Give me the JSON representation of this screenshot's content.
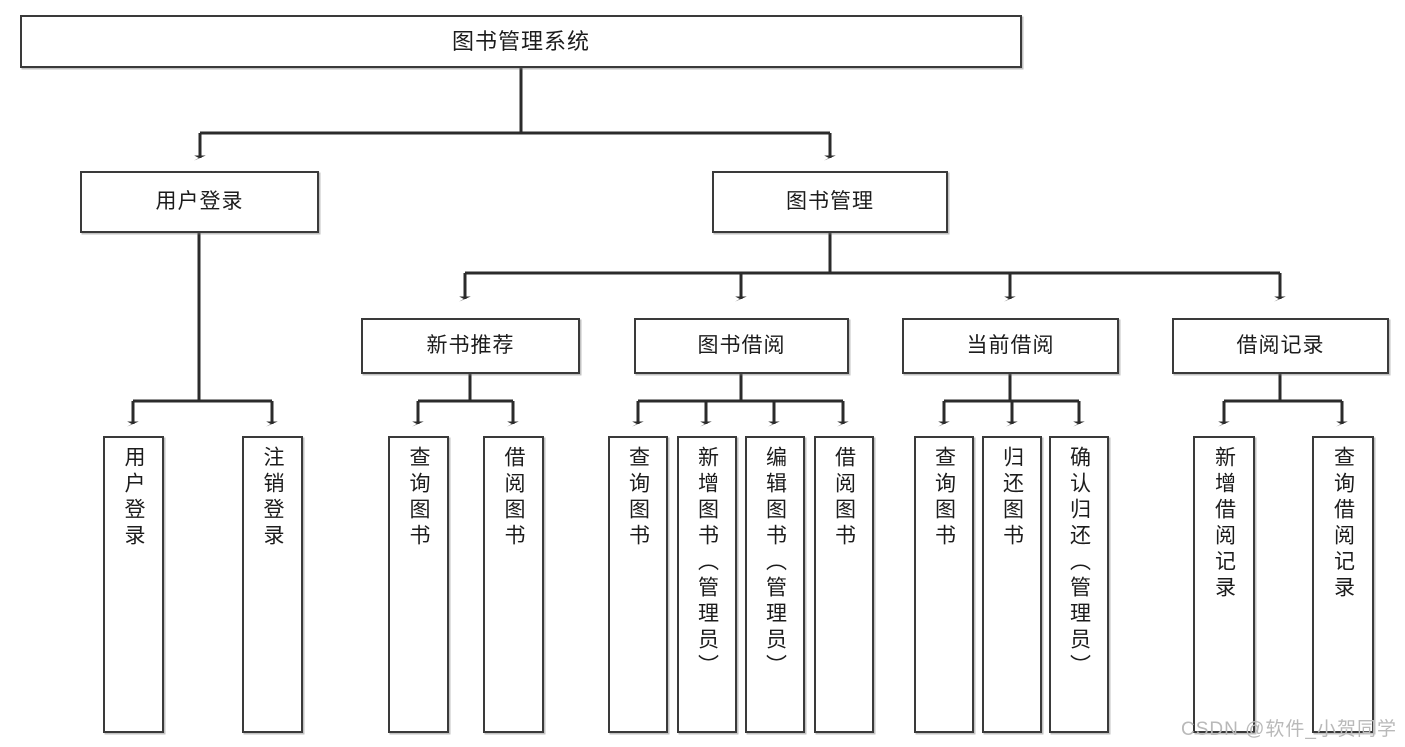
{
  "diagram": {
    "title": "图书管理系统",
    "type": "hierarchy-tree",
    "watermark": "CSDN @软件_小贺同学",
    "colors": {
      "box_border": "#3a3a3a",
      "box_fill": "#ffffff",
      "text": "#1c1c1c",
      "line": "#2b2b2b",
      "watermark": "#b9b9b9"
    },
    "levels": {
      "root": "图书管理系统",
      "level2": [
        "用户登录",
        "图书管理"
      ],
      "level3": [
        "新书推荐",
        "图书借阅",
        "当前借阅",
        "借阅记录"
      ]
    },
    "nodes": {
      "root": {
        "label": "图书管理系统"
      },
      "user_login": {
        "label": "用户登录"
      },
      "book_mgmt": {
        "label": "图书管理"
      },
      "new_book_rec": {
        "label": "新书推荐"
      },
      "book_borrow": {
        "label": "图书借阅"
      },
      "current_borrow": {
        "label": "当前借阅"
      },
      "borrow_record": {
        "label": "借阅记录"
      },
      "leaf_user_login": {
        "label": "用户登录"
      },
      "leaf_logout": {
        "label": "注销登录"
      },
      "leaf_query_book_1": {
        "label": "查询图书"
      },
      "leaf_borrow_book_1": {
        "label": "借阅图书"
      },
      "leaf_query_book_2": {
        "label": "查询图书"
      },
      "leaf_add_book": {
        "label": "新增图书（管理员）"
      },
      "leaf_edit_book": {
        "label": "编辑图书（管理员）"
      },
      "leaf_borrow_book_2": {
        "label": "借阅图书"
      },
      "leaf_query_book_3": {
        "label": "查询图书"
      },
      "leaf_return_book": {
        "label": "归还图书"
      },
      "leaf_confirm_return": {
        "label": "确认归还（管理员）"
      },
      "leaf_add_record": {
        "label": "新增借阅记录"
      },
      "leaf_query_record": {
        "label": "查询借阅记录"
      }
    },
    "edges": [
      {
        "from": "图书管理系统",
        "to": "用户登录"
      },
      {
        "from": "图书管理系统",
        "to": "图书管理"
      },
      {
        "from": "用户登录",
        "to": "用户登录"
      },
      {
        "from": "用户登录",
        "to": "注销登录"
      },
      {
        "from": "图书管理",
        "to": "新书推荐"
      },
      {
        "from": "图书管理",
        "to": "图书借阅"
      },
      {
        "from": "图书管理",
        "to": "当前借阅"
      },
      {
        "from": "图书管理",
        "to": "借阅记录"
      },
      {
        "from": "新书推荐",
        "to": "查询图书"
      },
      {
        "from": "新书推荐",
        "to": "借阅图书"
      },
      {
        "from": "图书借阅",
        "to": "查询图书"
      },
      {
        "from": "图书借阅",
        "to": "新增图书（管理员）"
      },
      {
        "from": "图书借阅",
        "to": "编辑图书（管理员）"
      },
      {
        "from": "图书借阅",
        "to": "借阅图书"
      },
      {
        "from": "当前借阅",
        "to": "查询图书"
      },
      {
        "from": "当前借阅",
        "to": "归还图书"
      },
      {
        "from": "当前借阅",
        "to": "确认归还（管理员）"
      },
      {
        "from": "借阅记录",
        "to": "新增借阅记录"
      },
      {
        "from": "借阅记录",
        "to": "查询借阅记录"
      }
    ]
  }
}
